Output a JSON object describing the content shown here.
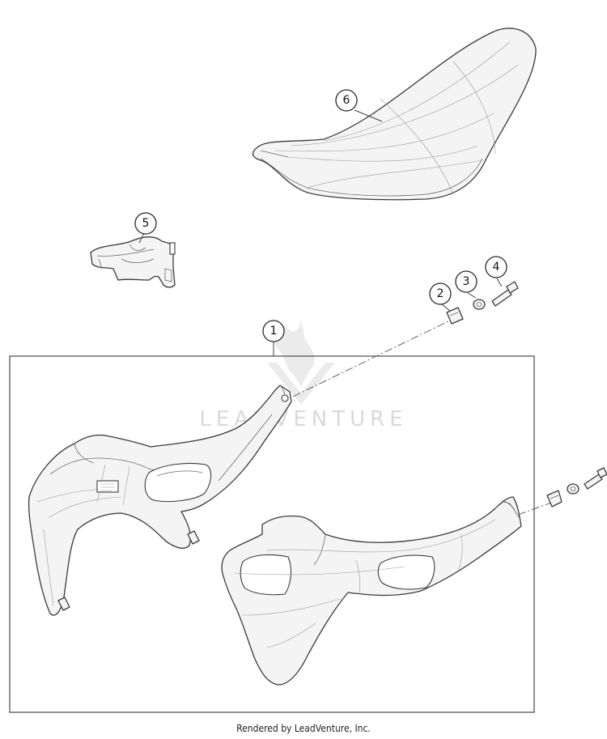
{
  "diagram": {
    "callouts": [
      "1",
      "2",
      "3",
      "4",
      "5",
      "6"
    ],
    "watermark": "LEADVENTURE"
  },
  "footer": {
    "credit": "Rendered by LeadVenture, Inc."
  }
}
